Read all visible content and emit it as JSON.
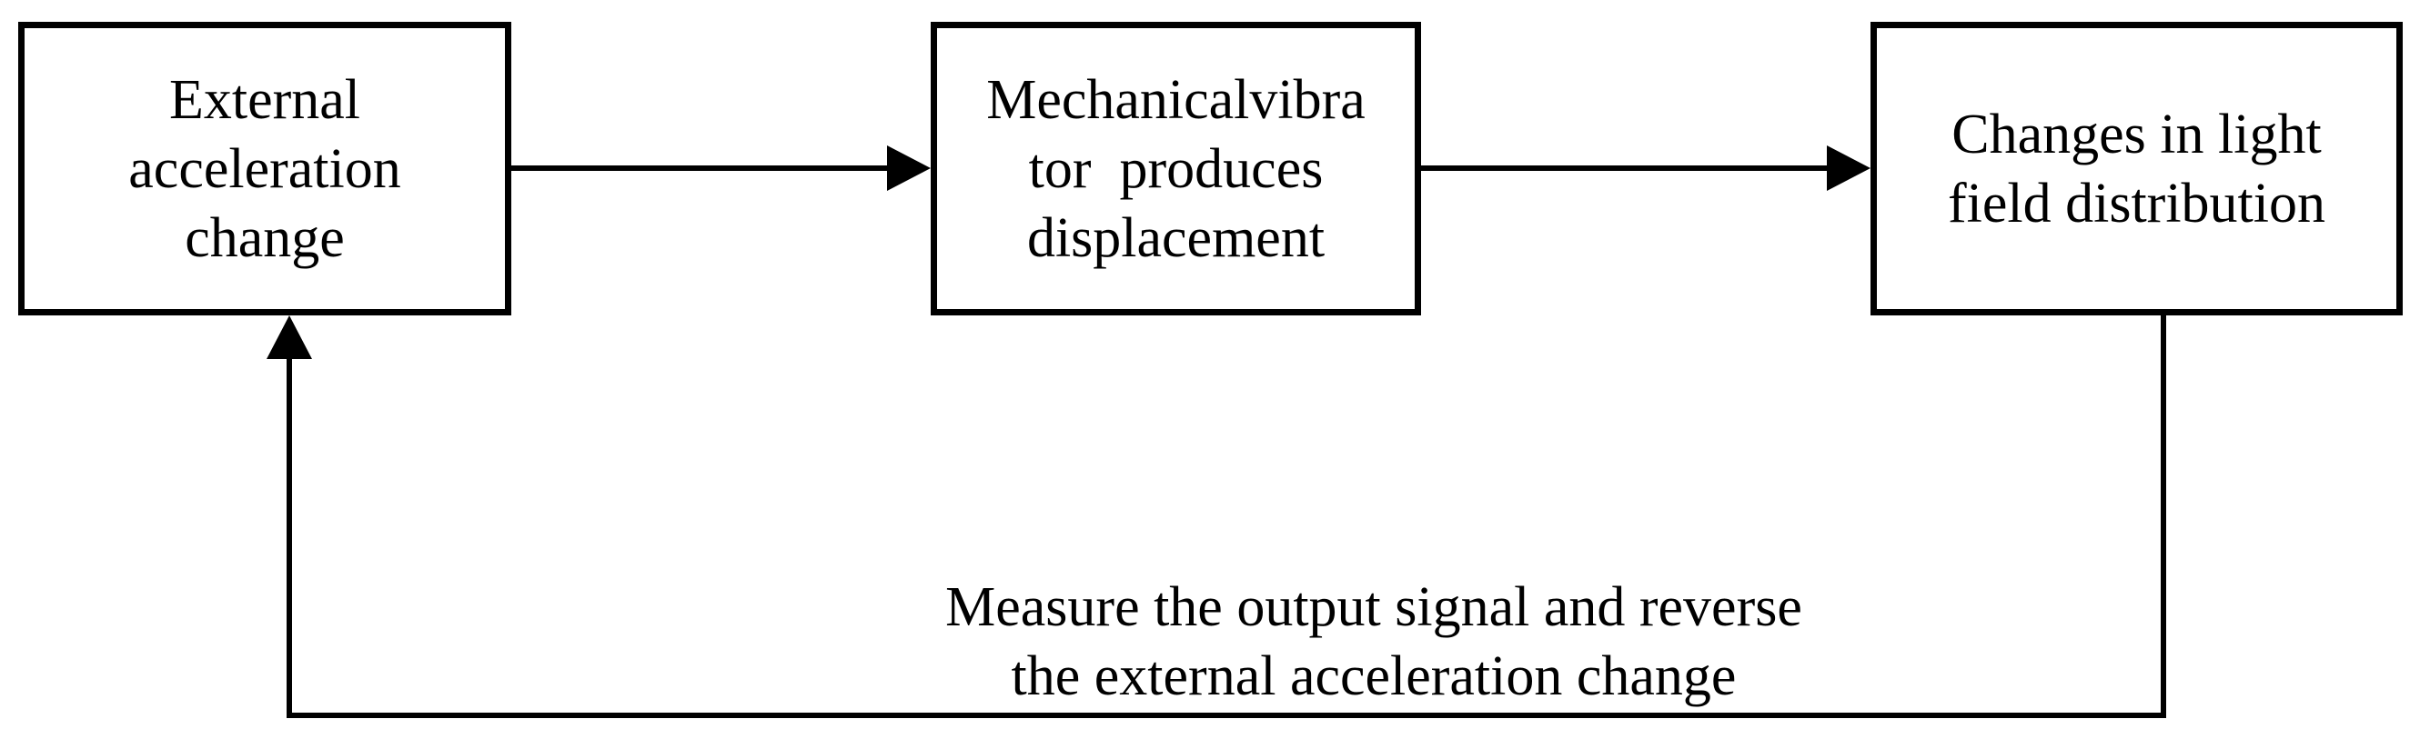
{
  "boxes": [
    {
      "lines": [
        "External",
        "acceleration",
        "change"
      ]
    },
    {
      "lines": [
        "Mechanicalvibra",
        "tor  produces",
        "displacement"
      ]
    },
    {
      "lines": [
        "Changes in light",
        "field distribution"
      ]
    }
  ],
  "feedback": {
    "lines": [
      "Measure the output signal and reverse",
      "the external acceleration change"
    ]
  }
}
